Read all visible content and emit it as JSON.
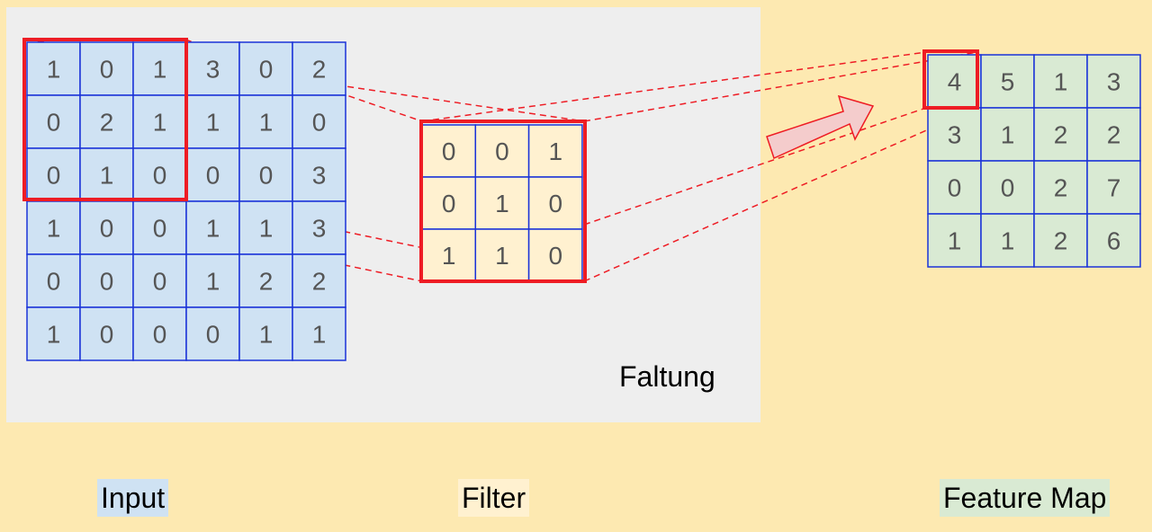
{
  "input": {
    "label": "Input",
    "matrix": [
      [
        1,
        0,
        1,
        3,
        0,
        2
      ],
      [
        0,
        2,
        1,
        1,
        1,
        0
      ],
      [
        0,
        1,
        0,
        0,
        0,
        3
      ],
      [
        1,
        0,
        0,
        1,
        1,
        3
      ],
      [
        0,
        0,
        0,
        1,
        2,
        2
      ],
      [
        1,
        0,
        0,
        0,
        1,
        1
      ]
    ]
  },
  "filter": {
    "label": "Filter",
    "matrix": [
      [
        0,
        0,
        1
      ],
      [
        0,
        1,
        0
      ],
      [
        1,
        1,
        0
      ]
    ]
  },
  "feature_map": {
    "label": "Feature Map",
    "matrix": [
      [
        4,
        5,
        1,
        3
      ],
      [
        3,
        1,
        2,
        2
      ],
      [
        0,
        0,
        2,
        7
      ],
      [
        1,
        1,
        2,
        6
      ]
    ]
  },
  "convolution": {
    "label": "Faltung"
  },
  "colors": {
    "background": "#fde9b1",
    "panel": "#eeeeee",
    "input_fill": "#cfe2f3",
    "filter_fill": "#fff1d0",
    "feature_fill": "#d9ead3",
    "grid_line": "#1a33d8",
    "highlight": "#ee1c24",
    "arrow_fill": "#f4cccc",
    "number": "#555555"
  }
}
